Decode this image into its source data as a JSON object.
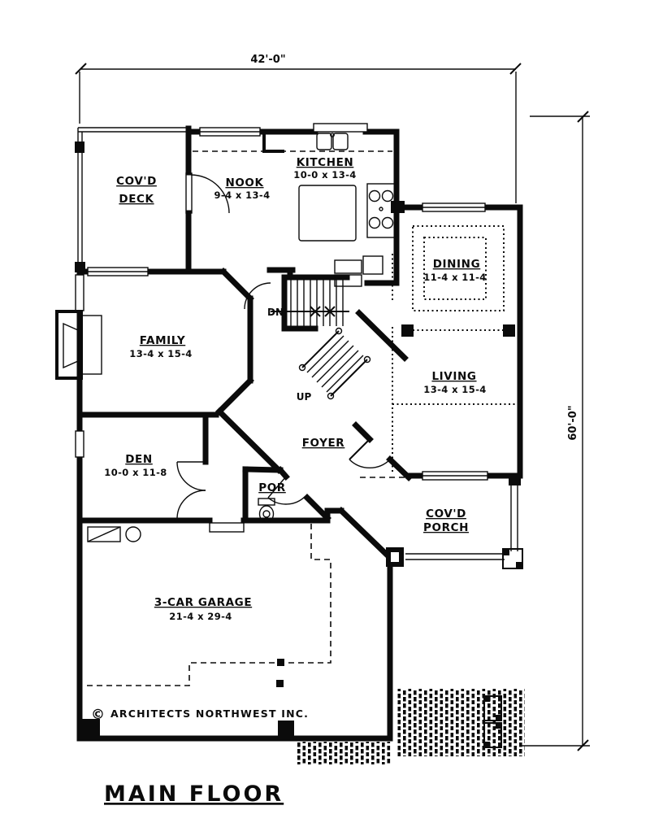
{
  "sheet": {
    "title": "MAIN FLOOR",
    "copyright_symbol": "©",
    "copyright": "ARCHITECTS NORTHWEST INC.",
    "dimensions": {
      "width": "42'-0\"",
      "height": "60'-0\""
    },
    "rooms": {
      "deck": {
        "line1": "COV'D",
        "line2": "DECK"
      },
      "nook": {
        "name": "NOOK",
        "size": "9-4 x 13-4"
      },
      "kitchen": {
        "name": "KITCHEN",
        "size": "10-0 x 13-4"
      },
      "dining": {
        "name": "DINING",
        "size": "11-4 x 11-4"
      },
      "family": {
        "name": "FAMILY",
        "size": "13-4 x 15-4"
      },
      "living": {
        "name": "LIVING",
        "size": "13-4 x 15-4"
      },
      "den": {
        "name": "DEN",
        "size": "10-0 x 11-8"
      },
      "foyer": {
        "name": "FOYER"
      },
      "powder": {
        "name": "POR"
      },
      "porch": {
        "line1": "COV'D",
        "line2": "PORCH"
      },
      "garage": {
        "name": "3-CAR GARAGE",
        "size": "21-4 x 29-4"
      }
    },
    "stairs": {
      "down": "DN",
      "up": "UP"
    }
  }
}
